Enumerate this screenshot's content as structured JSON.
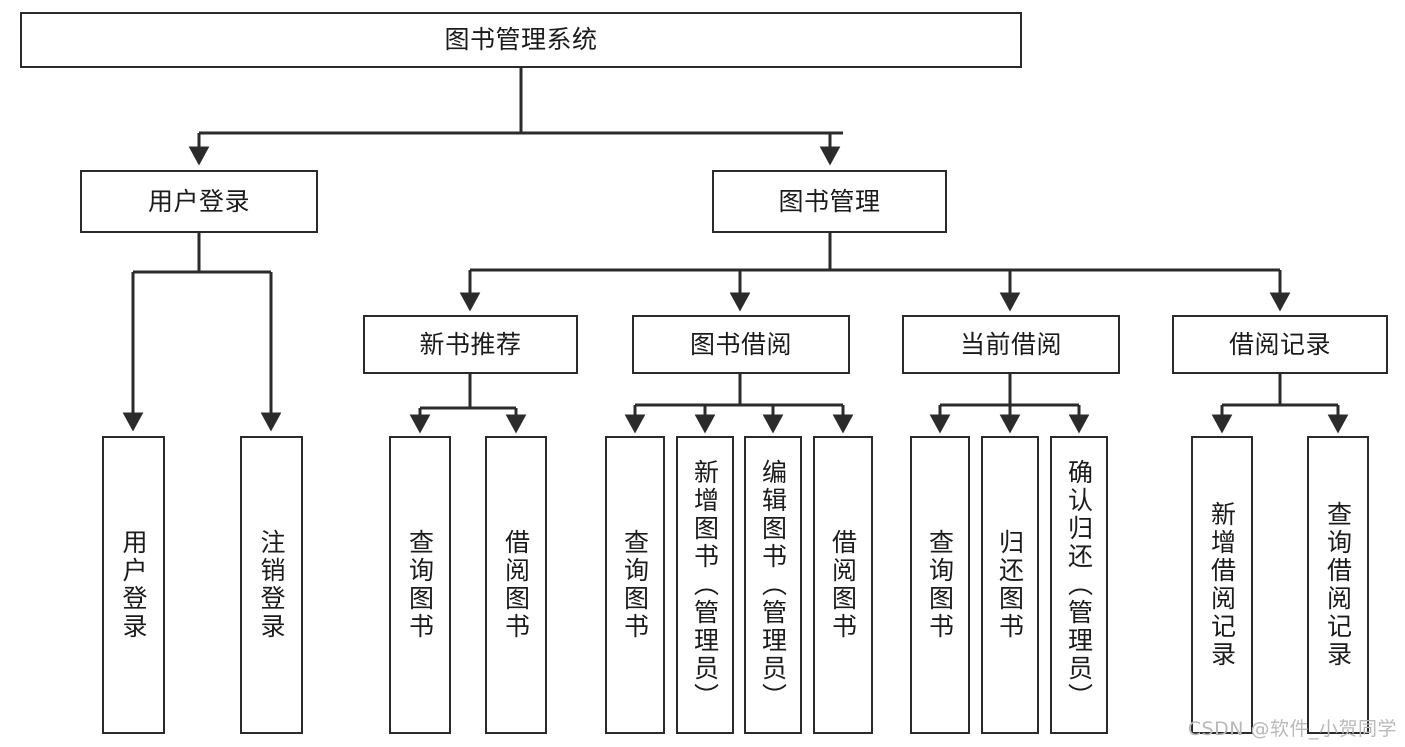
{
  "diagram": {
    "title": "图书管理系统",
    "type": "tree-hierarchy-diagram",
    "stroke_color": "#2b2b2b",
    "fill_color": "#ffffff",
    "text_color": "#1b1b1b",
    "root": {
      "label": "图书管理系统"
    },
    "level1": [
      {
        "label": "用户登录"
      },
      {
        "label": "图书管理"
      }
    ],
    "level2": [
      {
        "label": "新书推荐"
      },
      {
        "label": "图书借阅"
      },
      {
        "label": "当前借阅"
      },
      {
        "label": "借阅记录"
      }
    ],
    "leaves": {
      "user_login": [
        {
          "label": "用户登录"
        },
        {
          "label": "注销登录"
        }
      ],
      "new_book_recommend": [
        {
          "label": "查询图书"
        },
        {
          "label": "借阅图书"
        }
      ],
      "book_borrow": [
        {
          "label": "查询图书"
        },
        {
          "label": "新增图书（管理员）"
        },
        {
          "label": "编辑图书（管理员）"
        },
        {
          "label": "借阅图书"
        }
      ],
      "current_borrow": [
        {
          "label": "查询图书"
        },
        {
          "label": "归还图书"
        },
        {
          "label": "确认归还（管理员）"
        }
      ],
      "borrow_record": [
        {
          "label": "新增借阅记录"
        },
        {
          "label": "查询借阅记录"
        }
      ]
    }
  },
  "watermark": {
    "text": "CSDN @软件_小贺同学"
  }
}
